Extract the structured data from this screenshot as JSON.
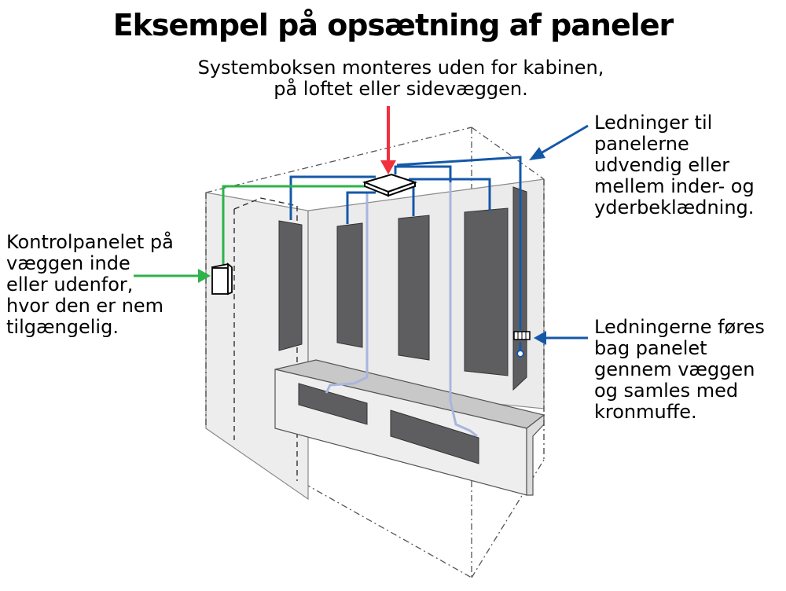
{
  "title": "Eksempel på opsætning af paneler",
  "labels": {
    "system_box": [
      "Systemboksen monteres uden for kabinen,",
      "på loftet eller sidevæggen."
    ],
    "wires_to_panels": [
      "Ledninger til",
      "panelerne",
      "udvendig eller",
      "mellem inder- og",
      "yderbeklædning."
    ],
    "control_panel": [
      "Kontrolpanelet på",
      "væggen inde",
      "eller udenfor,",
      "hvor den er nem",
      "tilgængelig."
    ],
    "wires_behind": [
      "Ledningerne føres",
      "bag panelet",
      "gennem væggen",
      "og samles med",
      "kronmuffe."
    ]
  },
  "colors": {
    "arrow_red": "#f0303d",
    "arrow_blue": "#1558a8",
    "arrow_green": "#2db34a",
    "wire_blue": "#1558a8",
    "wire_light": "#a9b6dc",
    "wire_green": "#2db34a",
    "panel": "#5e5e60",
    "wall": "#ebebeb",
    "bench_top": "#c8c8c8"
  }
}
